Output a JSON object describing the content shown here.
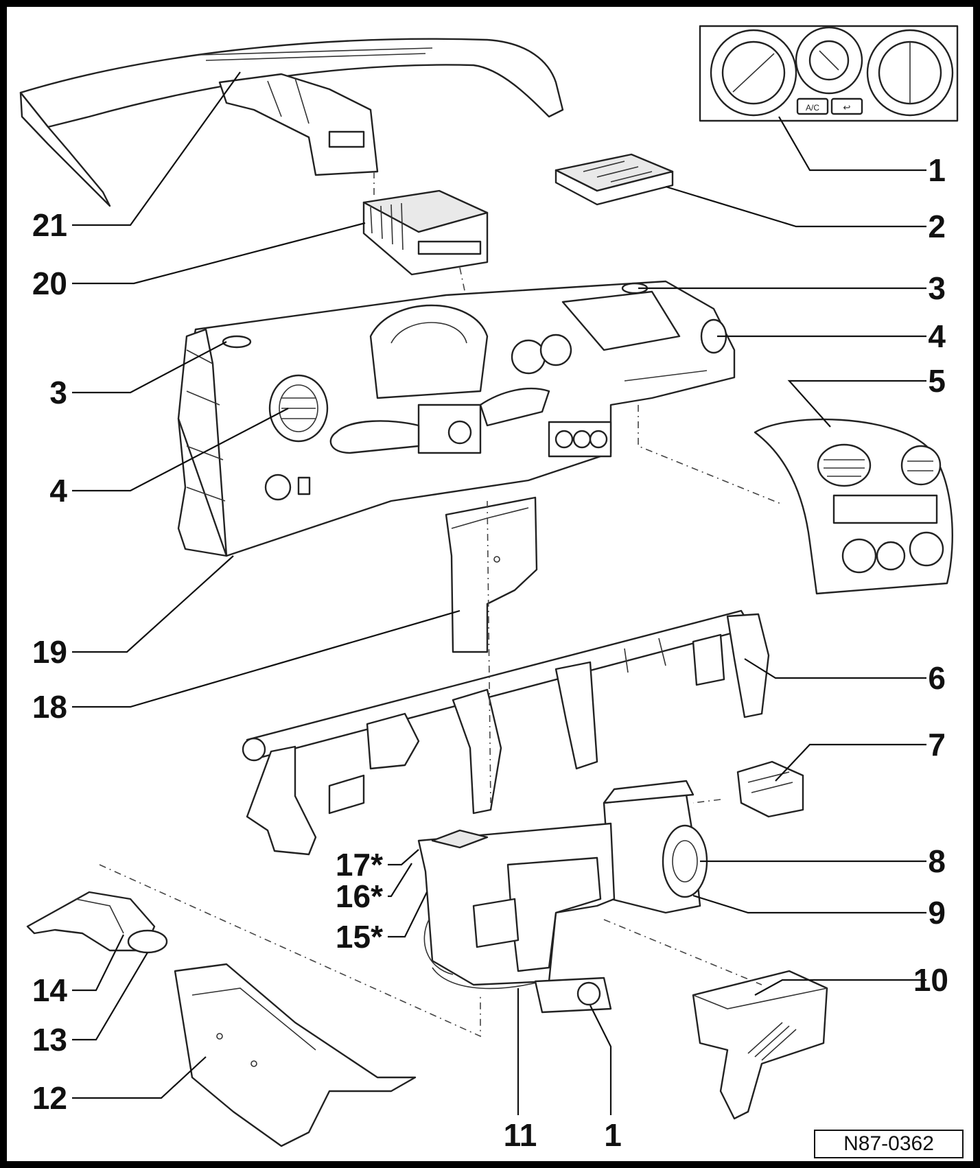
{
  "diagram": {
    "callouts": [
      {
        "id": "c1a",
        "text": "1"
      },
      {
        "id": "c2",
        "text": "2"
      },
      {
        "id": "c3a",
        "text": "3"
      },
      {
        "id": "c4a",
        "text": "4"
      },
      {
        "id": "c5",
        "text": "5"
      },
      {
        "id": "c6",
        "text": "6"
      },
      {
        "id": "c7",
        "text": "7"
      },
      {
        "id": "c8",
        "text": "8"
      },
      {
        "id": "c9",
        "text": "9"
      },
      {
        "id": "c10",
        "text": "10"
      },
      {
        "id": "c1b",
        "text": "1"
      },
      {
        "id": "c11",
        "text": "11"
      },
      {
        "id": "c12",
        "text": "12"
      },
      {
        "id": "c13",
        "text": "13"
      },
      {
        "id": "c14",
        "text": "14"
      },
      {
        "id": "c15",
        "text": "15*"
      },
      {
        "id": "c16",
        "text": "16*"
      },
      {
        "id": "c17",
        "text": "17*"
      },
      {
        "id": "c18",
        "text": "18"
      },
      {
        "id": "c19",
        "text": "19"
      },
      {
        "id": "c4b",
        "text": "4"
      },
      {
        "id": "c3b",
        "text": "3"
      },
      {
        "id": "c20",
        "text": "20"
      },
      {
        "id": "c21",
        "text": "21"
      }
    ],
    "control_panel": {
      "button_left": "A/C",
      "button_right": "↩"
    },
    "reference_code": "N87-0362"
  }
}
